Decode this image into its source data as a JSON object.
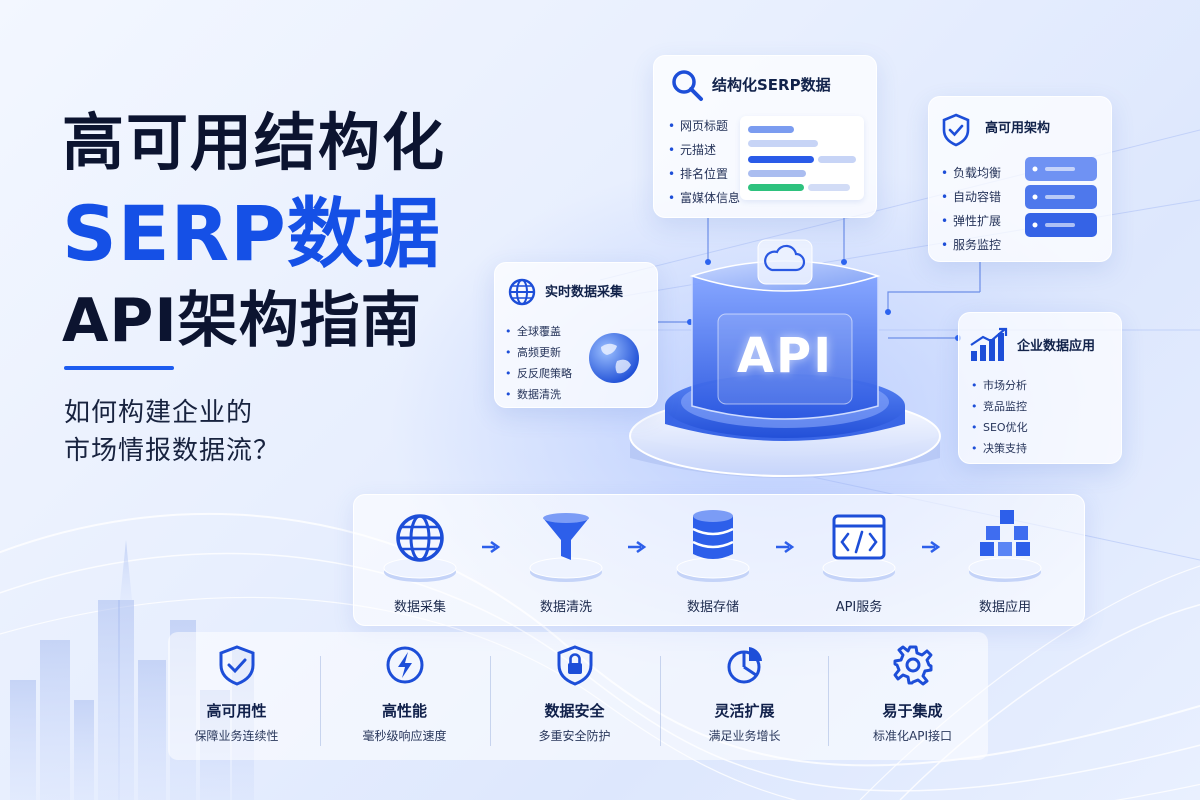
{
  "headline": {
    "line1": "高可用结构化",
    "line2": "SERP数据",
    "line3": "API架构指南",
    "subtitle_line1": "如何构建企业的",
    "subtitle_line2": "市场情报数据流？"
  },
  "api_core": {
    "label": "API"
  },
  "cards": {
    "serp": {
      "title": "结构化SERP数据",
      "items": [
        "网页标题",
        "元描述",
        "排名位置",
        "富媒体信息"
      ],
      "icon": "search-icon"
    },
    "ha": {
      "title": "高可用架构",
      "items": [
        "负载均衡",
        "自动容错",
        "弹性扩展",
        "服务监控"
      ],
      "icon": "shield-check-icon"
    },
    "realtime": {
      "title": "实时数据采集",
      "items": [
        "全球覆盖",
        "高频更新",
        "反反爬策略",
        "数据清洗"
      ],
      "icon": "globe-icon"
    },
    "enterprise": {
      "title": "企业数据应用",
      "items": [
        "市场分析",
        "竞品监控",
        "SEO优化",
        "决策支持"
      ],
      "icon": "bar-chart-icon"
    }
  },
  "pipeline": [
    {
      "label": "数据采集",
      "icon": "globe-icon"
    },
    {
      "label": "数据清洗",
      "icon": "funnel-icon"
    },
    {
      "label": "数据存储",
      "icon": "database-icon"
    },
    {
      "label": "API服务",
      "icon": "code-window-icon"
    },
    {
      "label": "数据应用",
      "icon": "cubes-icon"
    }
  ],
  "features": [
    {
      "name": "高可用性",
      "desc": "保障业务连续性",
      "icon": "shield-check-icon"
    },
    {
      "name": "高性能",
      "desc": "毫秒级响应速度",
      "icon": "lightning-icon"
    },
    {
      "name": "数据安全",
      "desc": "多重安全防护",
      "icon": "lock-icon"
    },
    {
      "name": "灵活扩展",
      "desc": "满足业务增长",
      "icon": "pie-chart-icon"
    },
    {
      "name": "易于集成",
      "desc": "标准化API接口",
      "icon": "gear-icon"
    }
  ],
  "colors": {
    "brand": "#1550e6",
    "accent": "#1d5cf0",
    "text": "#0c1430",
    "green": "#2ec27e"
  }
}
